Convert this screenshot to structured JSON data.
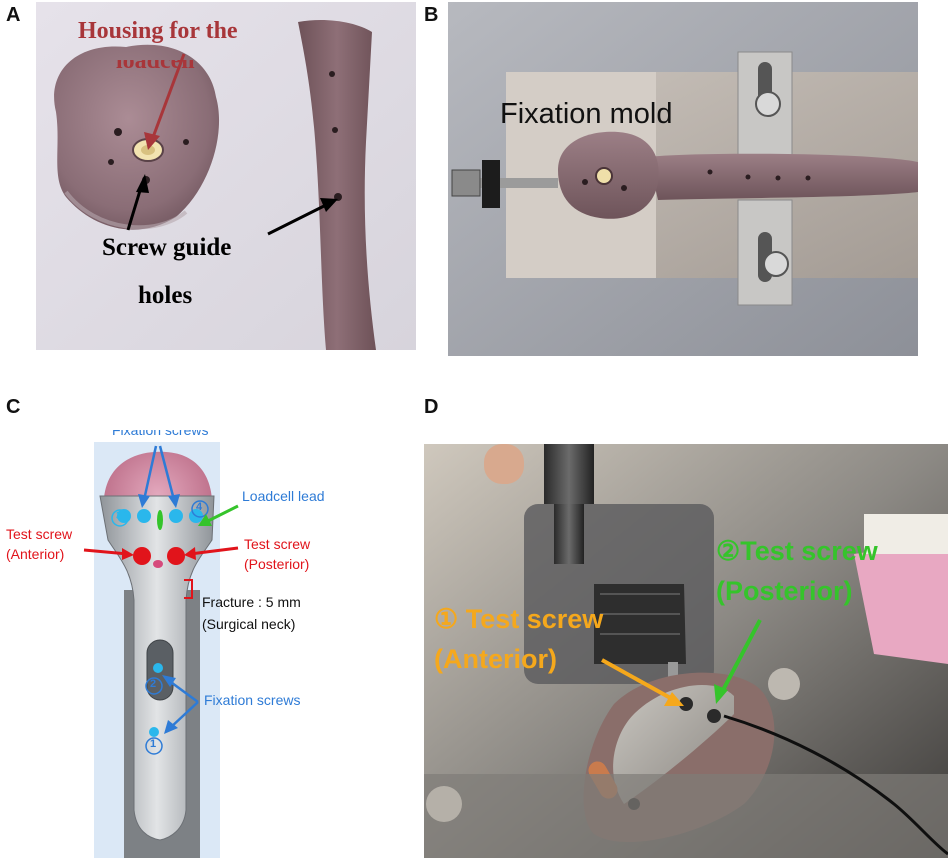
{
  "panels": {
    "a": {
      "letter": "A",
      "housing_label": "Housing for the",
      "housing_label_cut": "loadcell",
      "screw_label_line1": "Screw guide",
      "screw_label_line2": "holes"
    },
    "b": {
      "letter": "B",
      "mold_label": "Fixation mold"
    },
    "c": {
      "letter": "C",
      "fixation_top": "Fixation screws",
      "loadcell_lead": "Loadcell lead",
      "test_anterior_1": "Test screw",
      "test_anterior_2": "(Anterior)",
      "test_posterior_1": "Test screw",
      "test_posterior_2": "(Posterior)",
      "fracture_1": "Fracture : 5 mm",
      "fracture_2": "(Surgical neck)",
      "fixation_bottom": "Fixation screws",
      "num_1": "1",
      "num_2": "2",
      "num_3": "3",
      "num_4": "4"
    },
    "d": {
      "letter": "D",
      "posterior_1": "②Test screw",
      "posterior_2": "(Posterior)",
      "anterior_1": "① Test screw",
      "anterior_2": "(Anterior)"
    }
  },
  "colors": {
    "red_label": "#a8363a",
    "blue_label": "#2e7bd6",
    "red_screw": "#e1141b",
    "green": "#35c42b",
    "orange": "#f5a81c"
  }
}
